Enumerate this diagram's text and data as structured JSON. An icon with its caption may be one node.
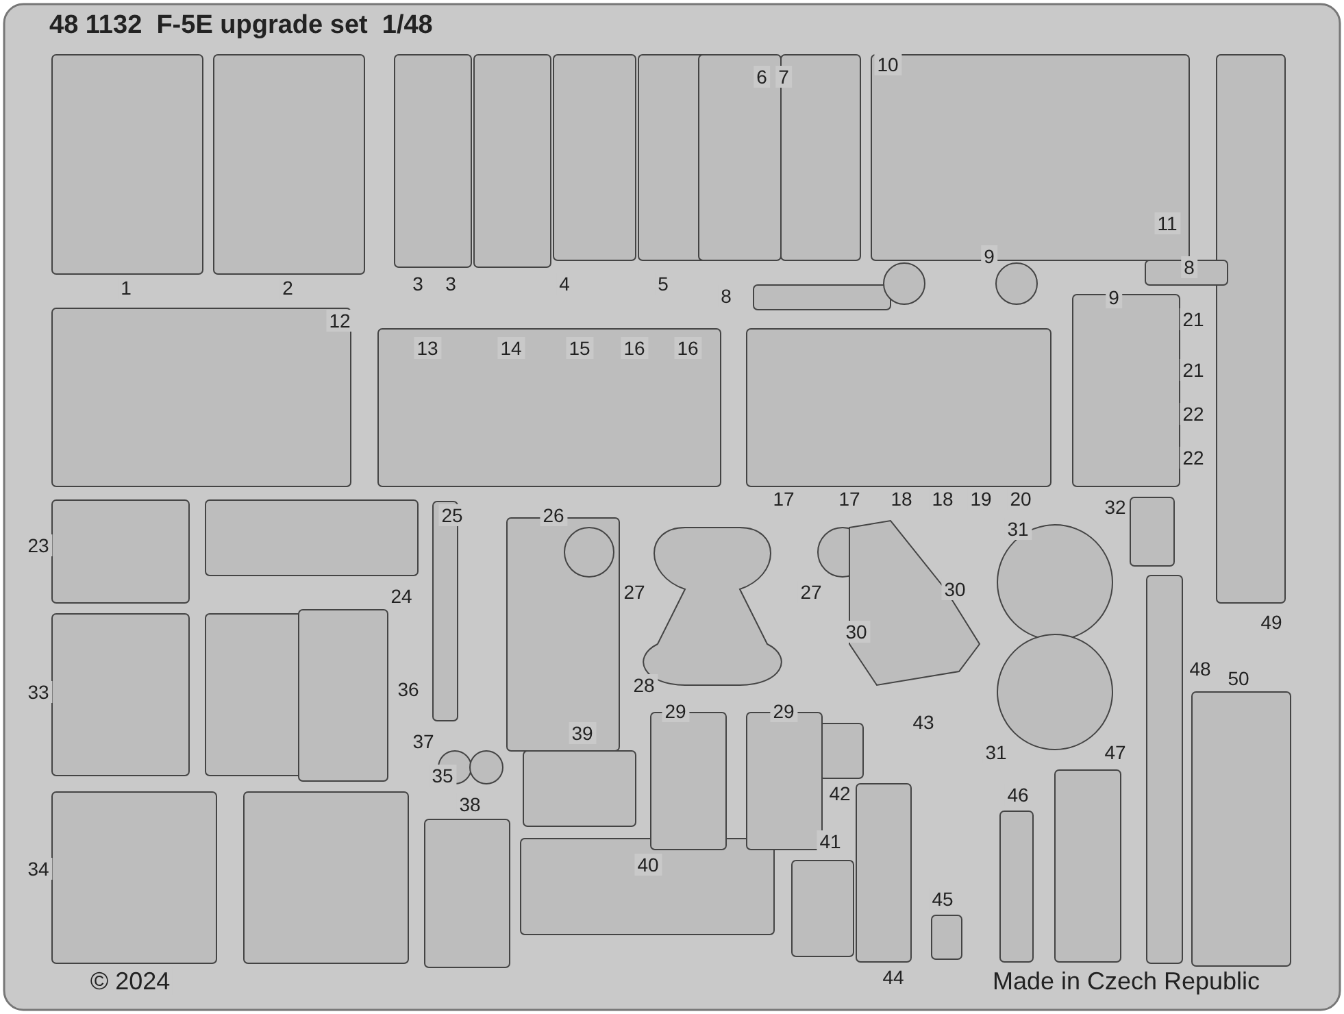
{
  "diagram": {
    "title": "48 1132  F-5E upgrade set  1/48",
    "labels": [
      "10",
      "6",
      "7",
      "11",
      "1",
      "2",
      "3",
      "3",
      "4",
      "5",
      "9",
      "8",
      "8",
      "9",
      "12",
      "13",
      "14",
      "15",
      "16",
      "16",
      "21",
      "21",
      "22",
      "22",
      "17",
      "17",
      "18",
      "18",
      "19",
      "20",
      "25",
      "26",
      "32",
      "31",
      "23",
      "27",
      "27",
      "30",
      "30",
      "24",
      "33",
      "36",
      "28",
      "29",
      "29",
      "31",
      "48",
      "50",
      "49",
      "37",
      "39",
      "43",
      "35",
      "42",
      "46",
      "47",
      "38",
      "34",
      "40",
      "41",
      "45",
      "44",
      "© 2024",
      "Made in Czech Republic"
    ]
  }
}
